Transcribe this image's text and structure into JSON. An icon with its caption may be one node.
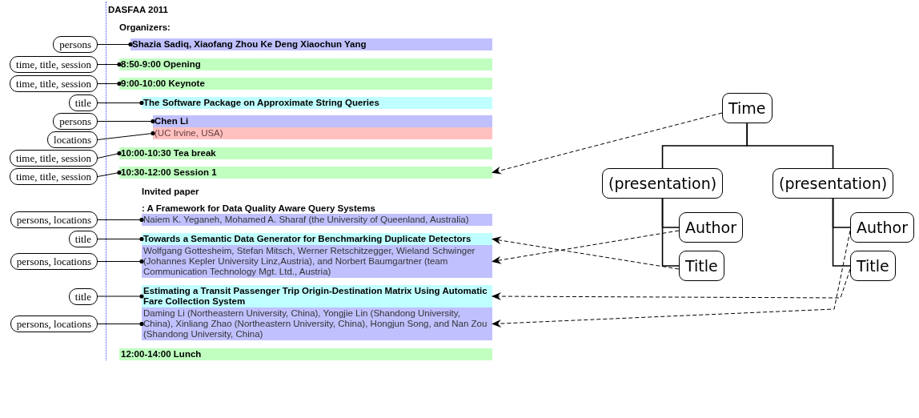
{
  "diagram": {
    "nodes": [
      {
        "text": [
          "Shazia Sadiq, Xiaofang Zhou Ke Deng Xiaochun Yang"
        ]
      },
      {
        "text": [
          "persons"
        ]
      },
      {
        "text": [
          "8:50-9:00 Opening"
        ]
      },
      {
        "text": [
          "time, title, session"
        ]
      },
      {
        "text": [
          "9:00-10:00 Keynote"
        ]
      },
      {
        "text": [
          "time, title, session"
        ]
      },
      {
        "text": [
          "The Software Package on Approximate String Queries"
        ]
      },
      {
        "text": [
          "title"
        ]
      },
      {
        "text": [
          "Chen Li"
        ]
      },
      {
        "text": [
          "persons"
        ]
      },
      {
        "text": [
          "(UC Irvine, USA)"
        ]
      },
      {
        "text": [
          "locations"
        ]
      },
      {
        "text": [
          "10:00-10:30 Tea break"
        ]
      },
      {
        "text": [
          "time, title, session"
        ]
      },
      {
        "text": [
          "10:30-12:00 Session 1"
        ]
      },
      {
        "text": [
          "time, title, session"
        ]
      },
      {
        "text": [
          "Naiem K. Yeganeh, Mohamed A. Sharaf (the University of Queenland, Australia)"
        ]
      },
      {
        "text": [
          "persons, locations"
        ]
      },
      {
        "text": [
          "Towards a Semantic Data Generator for Benchmarking Duplicate Detectors"
        ]
      },
      {
        "text": [
          "title"
        ]
      },
      {
        "text": [
          "Wolfgang Gottesheim, Stefan Mitsch, Werner Retschitzegger, Wieland Schwinger (Johannes Kepler University Linz,Austria), and Norbert Baumgartner (team Communication Technology Mgt. Ltd., Austria)"
        ]
      },
      {
        "text": [
          "persons, locations"
        ]
      },
      {
        "text": [
          "Estimating a Transit Passenger Trip Origin-Destination Matrix Using Automatic Fare Collection System"
        ]
      },
      {
        "text": [
          "title"
        ]
      },
      {
        "text": [
          "Daming Li (Northeastern University, China), Yongjie Lin (Shandong University, China), Xinliang Zhao (Northeastern University, China), Hongjun Song, and Nan Zou (Shandong University, China)"
        ]
      },
      {
        "text": [
          "persons, locations"
        ]
      },
      {
        "text": [
          "12:00-14:00 Lunch"
        ]
      },
      {
        "text": [
          "Time"
        ]
      },
      {
        "text": [
          "(presentation)"
        ]
      },
      {
        "text": [
          "Author"
        ]
      },
      {
        "text": [
          "Title"
        ]
      },
      {
        "text": [
          "(presentation)"
        ]
      },
      {
        "text": [
          "Author"
        ]
      },
      {
        "text": [
          "Title"
        ]
      }
    ],
    "edges": [
      {
        "from": 1,
        "to": 0,
        "arrow": "other"
      },
      {
        "from": 3,
        "to": 2,
        "arrow": "other"
      },
      {
        "from": 5,
        "to": 4,
        "arrow": "other"
      },
      {
        "from": 7,
        "to": 6,
        "arrow": "other"
      },
      {
        "from": 9,
        "to": 8,
        "arrow": "other"
      },
      {
        "from": 11,
        "to": 10,
        "arrow": "other"
      },
      {
        "from": 13,
        "to": 12,
        "arrow": "other"
      },
      {
        "from": 15,
        "to": 14,
        "arrow": "other"
      },
      {
        "from": 17,
        "to": 16,
        "arrow": "other"
      },
      {
        "from": 19,
        "to": 18,
        "arrow": "other"
      },
      {
        "from": 21,
        "to": 20,
        "arrow": "other"
      },
      {
        "from": 23,
        "to": 22,
        "arrow": "other"
      },
      {
        "from": 25,
        "to": 24,
        "arrow": "other"
      },
      {
        "from": 27,
        "to": 28,
        "arrow": "none"
      },
      {
        "from": 27,
        "to": 31,
        "arrow": "none"
      },
      {
        "from": 28,
        "to": 29,
        "arrow": "none"
      },
      {
        "from": 28,
        "to": 30,
        "arrow": "none"
      },
      {
        "from": 31,
        "to": 32,
        "arrow": "none"
      },
      {
        "from": 31,
        "to": 33,
        "arrow": "none"
      },
      {
        "from": 27,
        "to": 14,
        "arrow": "to",
        "style": "dashed"
      },
      {
        "from": 29,
        "to": 20,
        "arrow": "to",
        "style": "dashed"
      },
      {
        "from": 30,
        "to": 18,
        "arrow": "to",
        "style": "dashed"
      },
      {
        "from": 32,
        "to": 24,
        "arrow": "to",
        "style": "dashed"
      },
      {
        "from": 33,
        "to": 22,
        "arrow": "to",
        "style": "dashed"
      }
    ],
    "labels": [
      "DASFAA 2011",
      "Organizers:",
      "Invited paper",
      ": A Framework for Data Quality Aware Query Systems"
    ]
  }
}
